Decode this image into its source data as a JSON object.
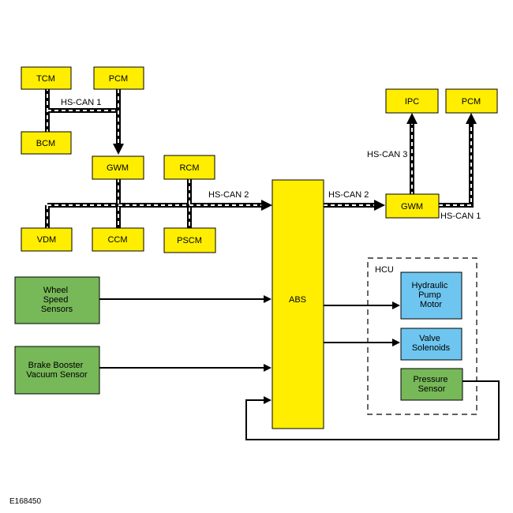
{
  "colors": {
    "module_yellow": "#ffee00",
    "sensor_green": "#77b858",
    "actuator_blue": "#6ec6f0",
    "stroke": "#000000"
  },
  "modules": {
    "tcm": "TCM",
    "pcm_left": "PCM",
    "bcm": "BCM",
    "gwm_left": "GWM",
    "rcm": "RCM",
    "vdm": "VDM",
    "ccm": "CCM",
    "pscm": "PSCM",
    "abs": "ABS",
    "gwm_right": "GWM",
    "ipc": "IPC",
    "pcm_right": "PCM"
  },
  "sensors": {
    "wheel_speed": [
      "Wheel",
      "Speed",
      "Sensors"
    ],
    "brake_booster": [
      "Brake Booster",
      "Vacuum Sensor"
    ],
    "pressure": [
      "Pressure",
      "Sensor"
    ]
  },
  "actuators": {
    "pump": [
      "Hydraulic",
      "Pump",
      "Motor"
    ],
    "valve": [
      "Valve",
      "Solenoids"
    ]
  },
  "hcu_label": "HCU",
  "bus_labels": {
    "hs_can_1_left": "HS-CAN 1",
    "hs_can_2_left": "HS-CAN 2",
    "hs_can_2_right": "HS-CAN 2",
    "hs_can_3": "HS-CAN 3",
    "hs_can_1_right": "HS-CAN 1"
  },
  "figure_id": "E168450"
}
